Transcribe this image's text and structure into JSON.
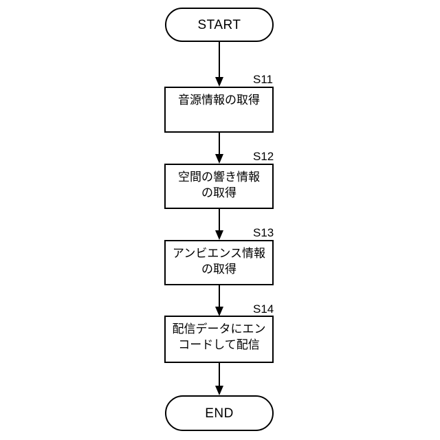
{
  "diagram": {
    "title": "Distribution data encoding flowchart",
    "background_color": "#ffffff",
    "line_color": "#000000"
  },
  "nodes": {
    "start": {
      "type": "terminator",
      "label": "START"
    },
    "end": {
      "type": "terminator",
      "label": "END"
    },
    "steps": [
      {
        "tag": "S11",
        "label": "音源情報の取得"
      },
      {
        "tag": "S12",
        "label": "空間の響き情報\nの取得"
      },
      {
        "tag": "S13",
        "label": "アンビエンス情報\nの取得"
      },
      {
        "tag": "S14",
        "label": "配信データにエン\nコードして配信"
      }
    ]
  }
}
